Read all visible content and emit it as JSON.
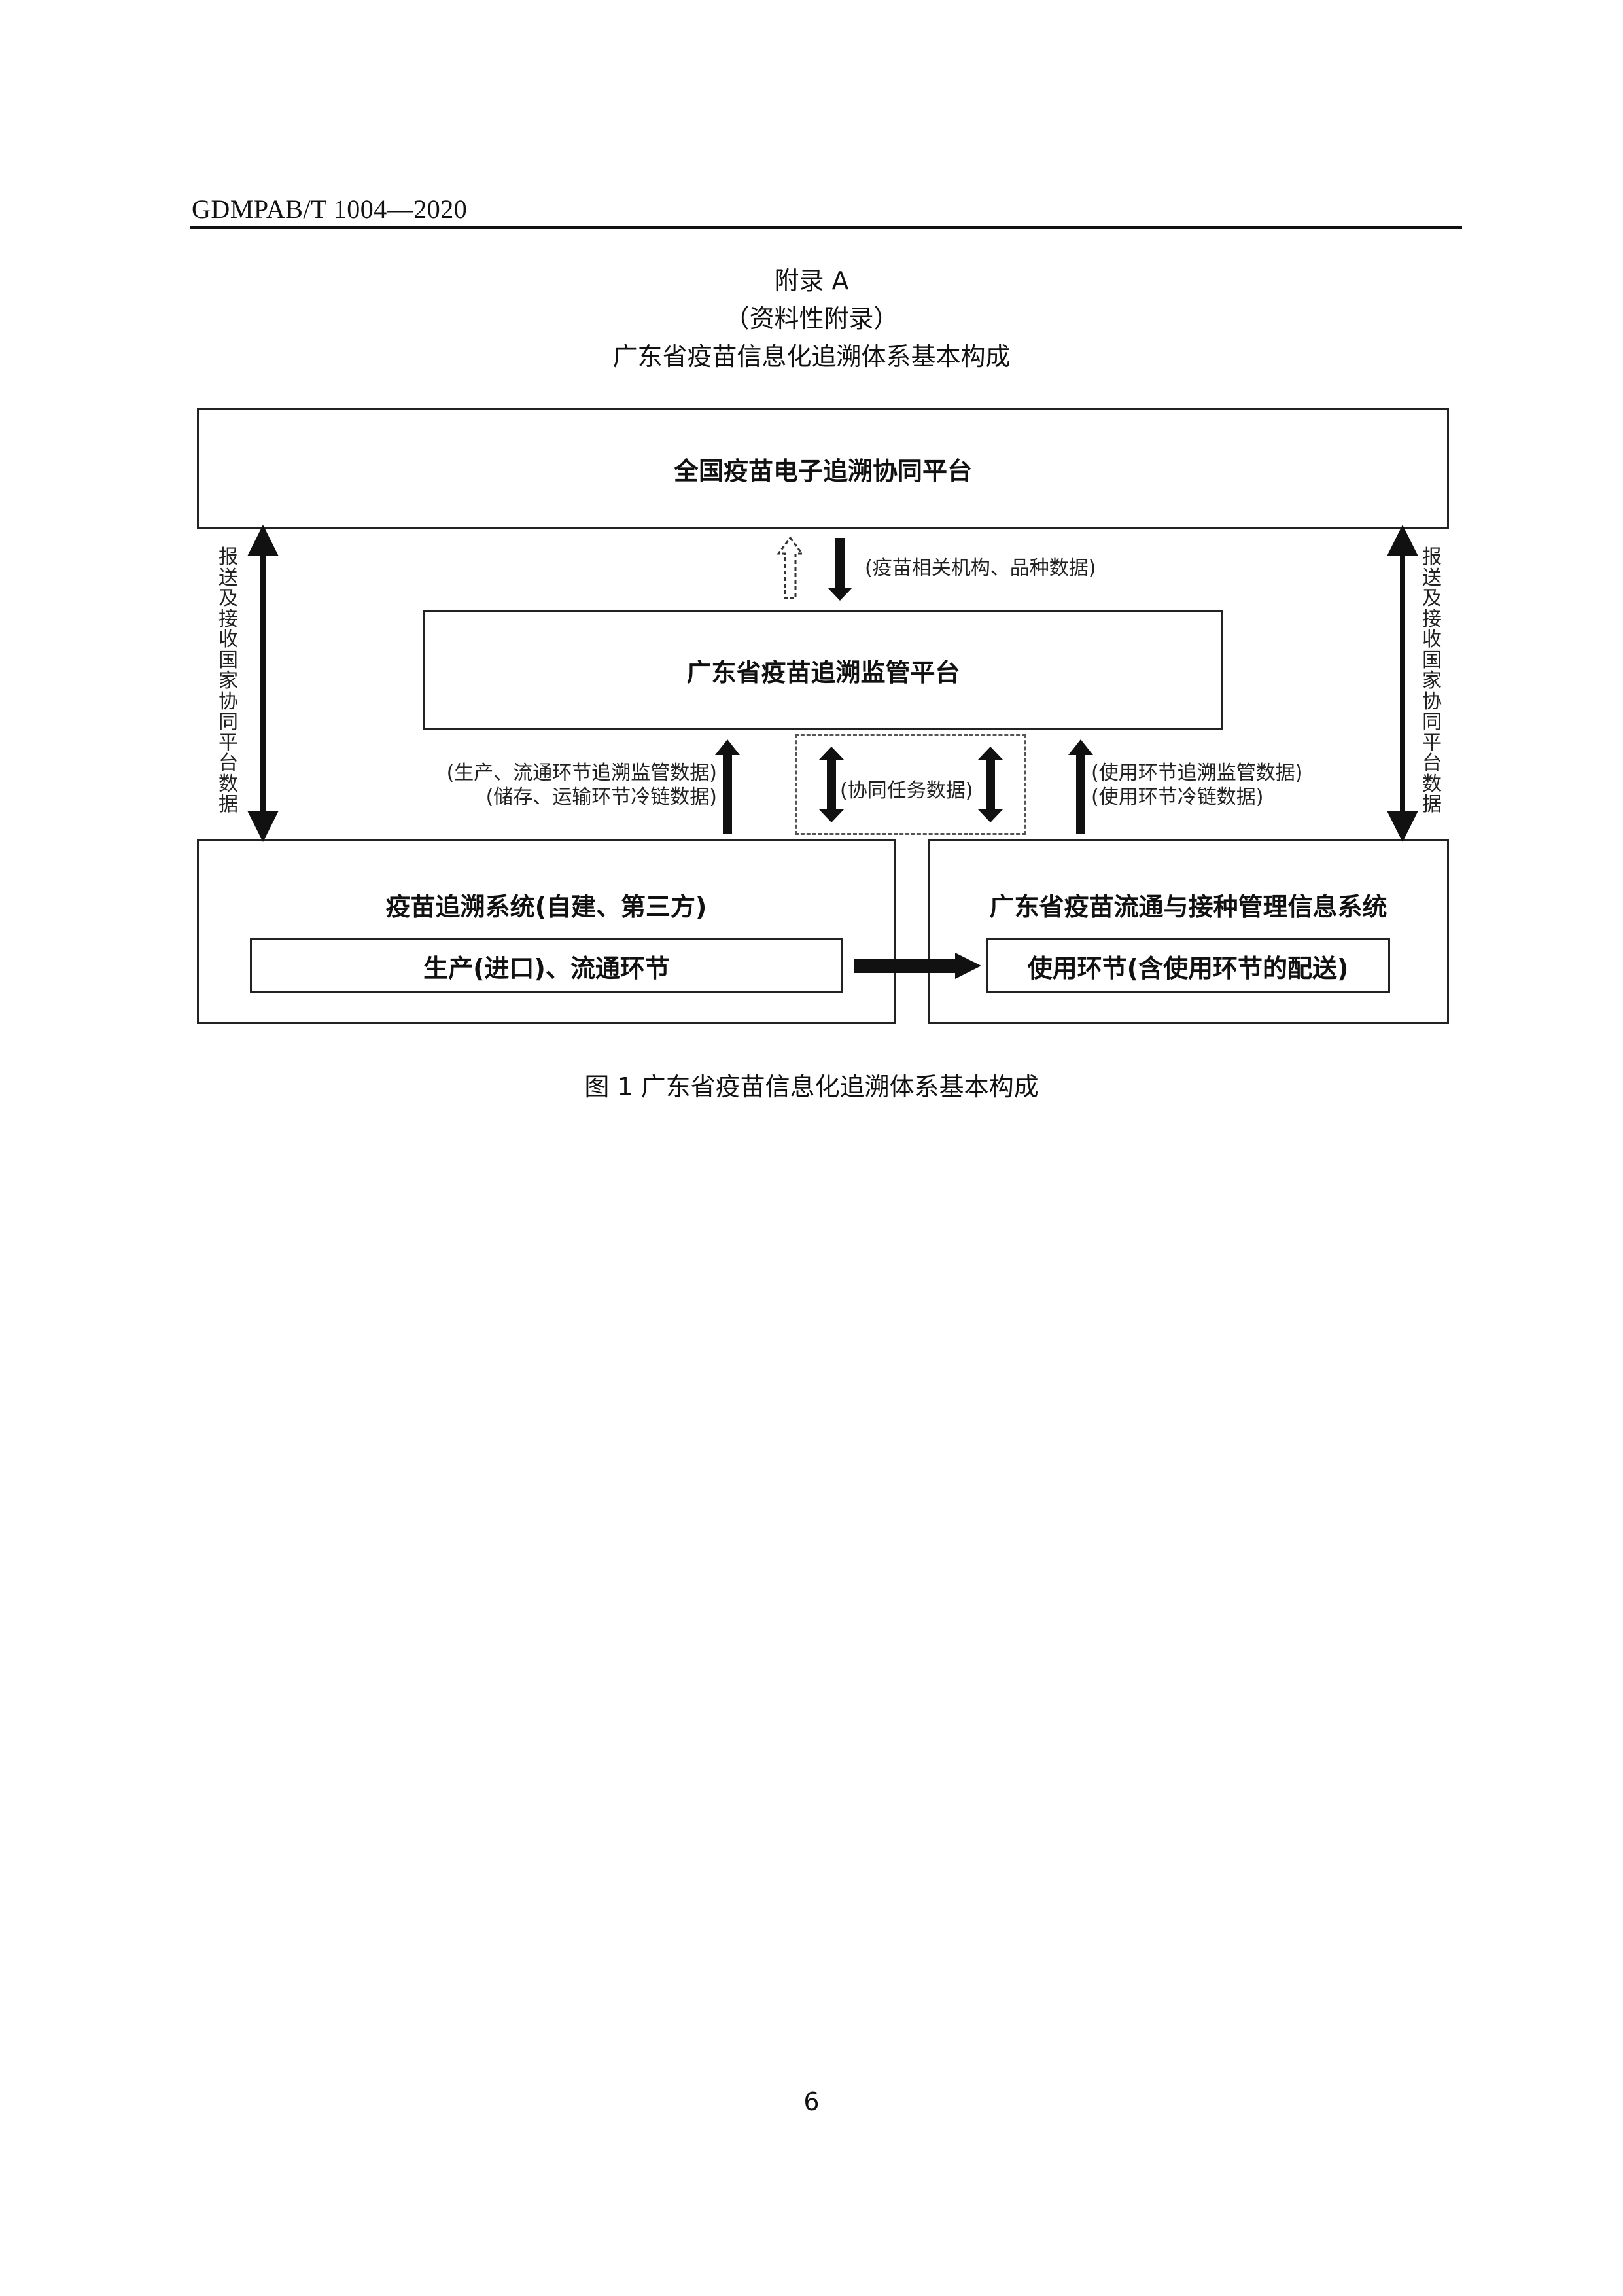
{
  "header": {
    "doc_code": "GDMPAB/T 1004—2020"
  },
  "title": {
    "line1": "附录 A",
    "line2": "（资料性附录）",
    "line3": "广东省疫苗信息化追溯体系基本构成"
  },
  "diagram": {
    "national_platform": "全国疫苗电子追溯协同平台",
    "provincial_platform": "广东省疫苗追溯监管平台",
    "label_top_center": "(疫苗相关机构、品种数据)",
    "label_left_vertical": "报送及接收国家协同平台数据",
    "label_right_vertical": "报送及接收国家协同平台数据",
    "label_left_mid_1": "(生产、流通环节追溯监管数据)",
    "label_left_mid_2": "(储存、运输环节冷链数据)",
    "label_center_mid": "(协同任务数据)",
    "label_right_mid_1": "(使用环节追溯监管数据)",
    "label_right_mid_2": "(使用环节冷链数据)",
    "left_system_title": "疫苗追溯系统(自建、第三方)",
    "left_system_inner": "生产(进口)、流通环节",
    "right_system_title": "广东省疫苗流通与接种管理信息系统",
    "right_system_inner": "使用环节(含使用环节的配送)"
  },
  "caption": "图 1  广东省疫苗信息化追溯体系基本构成",
  "page_number": "6"
}
